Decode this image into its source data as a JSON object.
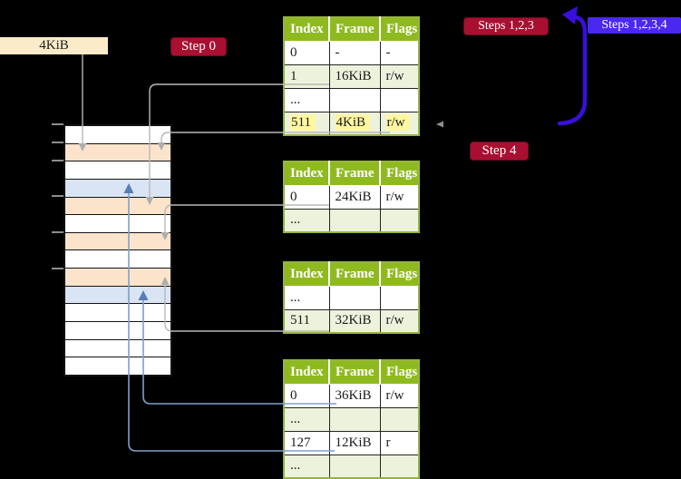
{
  "labels": {
    "frame_size": "4KiB",
    "step0": "Step 0",
    "steps123": "Steps 1,2,3",
    "steps1234": "Steps 1,2,3,4",
    "step4": "Step 4"
  },
  "table_headers": [
    "Index",
    "Frame",
    "Flags"
  ],
  "tables": [
    {
      "rows": [
        [
          "0",
          "-",
          "-"
        ],
        [
          "1",
          "16KiB",
          "r/w"
        ],
        [
          "...",
          "",
          ""
        ],
        [
          "511",
          "4KiB",
          "r/w"
        ]
      ],
      "highlight_row": 3
    },
    {
      "rows": [
        [
          "0",
          "24KiB",
          "r/w"
        ],
        [
          "...",
          "",
          ""
        ]
      ]
    },
    {
      "rows": [
        [
          "...",
          "",
          ""
        ],
        [
          "511",
          "32KiB",
          "r/w"
        ]
      ]
    },
    {
      "rows": [
        [
          "0",
          "36KiB",
          "r/w"
        ],
        [
          "...",
          "",
          ""
        ],
        [
          "127",
          "12KiB",
          "r"
        ],
        [
          "...",
          "",
          ""
        ]
      ]
    }
  ],
  "memory_rows": [
    "free",
    "table-frame",
    "free",
    "mapped-page",
    "table-frame",
    "free",
    "table-frame",
    "free",
    "table-frame",
    "mapped-page",
    "free",
    "free",
    "free",
    "free"
  ],
  "colors": {
    "background": "#000000",
    "header_green": "#8fba1f",
    "row_alt_green": "#edf2dc",
    "highlight_yellow": "#fff6a0",
    "frame_peach": "#fce4cc",
    "page_blue": "#d9e4f4",
    "label_cream": "#fbebc8",
    "step_crimson": "#a80f31",
    "steps_violet": "#4b28ee",
    "connector_gray": "#b8b8b8",
    "connector_blue": "#7f9fcb",
    "arrow_blue": "#3a0edc"
  }
}
